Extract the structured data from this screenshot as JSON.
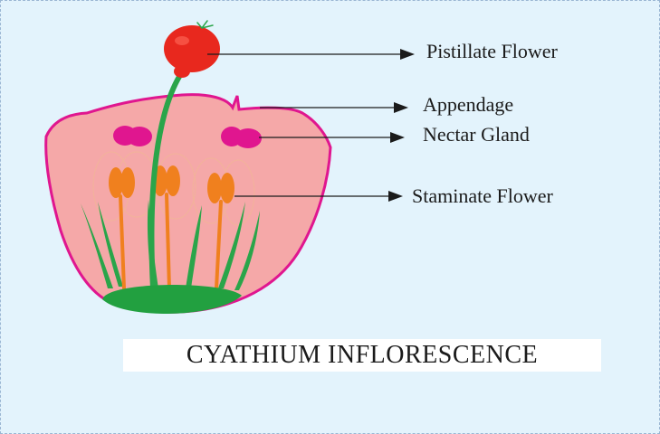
{
  "colors": {
    "background": "#e3f3fc",
    "cup_fill": "#f5a8a8",
    "cup_outline": "#e0168f",
    "pistillate": "#e8281e",
    "nectar_gland": "#e0168f",
    "staminate": "#f0801e",
    "stem_and_bracts": "#2aa54a",
    "base": "#22a040",
    "arrow": "#1b1b1b",
    "title_box": "#ffffff"
  },
  "labels": {
    "pistillate": "Pistillate Flower",
    "appendage": "Appendage",
    "nectar_gland": "Nectar Gland",
    "staminate": "Staminate Flower"
  },
  "title": "CYATHIUM INFLORESCENCE"
}
